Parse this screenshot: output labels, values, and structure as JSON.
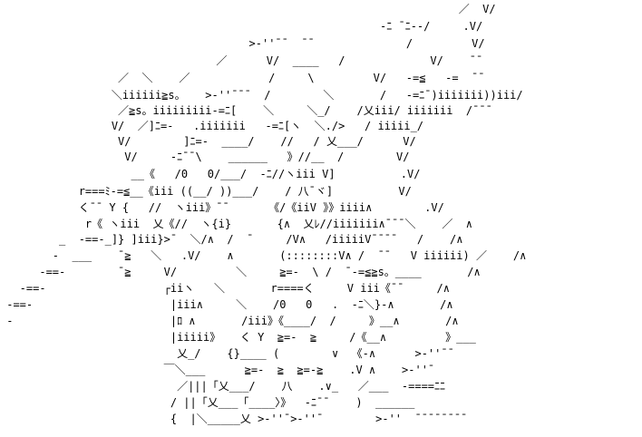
{
  "art": {
    "lines": [
      "                                                                      ／  V/",
      "                                                          -ﾆ ¯ﾆ-‐/     .V/",
      "                                      >‐''¯¯  ¯¯              /         V/",
      "                                 ／      V/  ____   /             V/    ¯¯",
      "                  ／  ＼    ／            /     \\         V/   -=≦   -=  ¯¯",
      "                 ＼iiiiii≧s。   >‐''¯¯¯  /        ＼       /   -=ﾆ¯)iiiiiii))iii/",
      "                  ／≧s。iiiiiiiii-=ﾆ[    ＼     ＼_/    /乂iii/ iiiiiii  /¯¯¯",
      "                 V/  ／]ﾆ=-   .iiiiiii   -=ﾆ[ヽ  ＼./>   / iiiii_/",
      "                  V/        ]ﾆ=-  ____/    //   / 乂___/      V/",
      "                   V/     -ﾆ¯¯\\    ______   》//__  /        V/",
      "                    __《   /0   0/___/  -ﾆ//ヽiii V]          .V/",
      "            r===ﾐ-=≦__《iii ((__/ ))___/    / 八¯ヾ]          V/",
      "            く¯¯ Y {   //  ヽiii》¯¯      《/《iiV 》》iiii∧        .V/",
      "             r《 ヽiii  乂《//  ヽ{i}       {∧  乂ﾚ//iiiiiii∧¯¯¯＼    ／  ∧",
      "         _  -==-_]} ]iii}>¯  ＼/∧  /  ¯     /V∧   /iiiiiV¯¯¯¯   /    /∧",
      "        -  ___    ¯≧   ＼   .V/    ∧       (::::::::V∧ /  ¯¯   V iiiiii) ／    /∧",
      "      -==-        ¯≧     V/         ＼     ≧=-  \\ /  ¯-=≦≧s。____       /∧",
      "   -==-                  ┌iiヽ   ＼       r====く     V iii《¯¯     /∧",
      " -==-                     |iii∧     ＼    /0   0   .  -ﾆ＼}-∧       /∧",
      " -                        |ﾛ ∧       /iii》《____/  /     》__∧       /∧",
      "                          |iiiii》   く Y  ≧=-  ≧     /《__∧         》___",
      "                           乂_/    {}____ (        ∨  《-∧      >‐''¯¯",
      "                         ￣＼___      ≧=-  ≧  ≧=-≧    .V ∧    >‐''¯",
      "                           ／|||「乂___/    八    .∨_   ／___  -====ﾆﾆ",
      "                          / ||「乂___「____〉》  -ﾆ¯¯    )  ______",
      "                          {  |＼_____乂 >‐''¯>‐''¯        >‐''  ¯¯¯¯¯¯¯¯"
    ]
  }
}
